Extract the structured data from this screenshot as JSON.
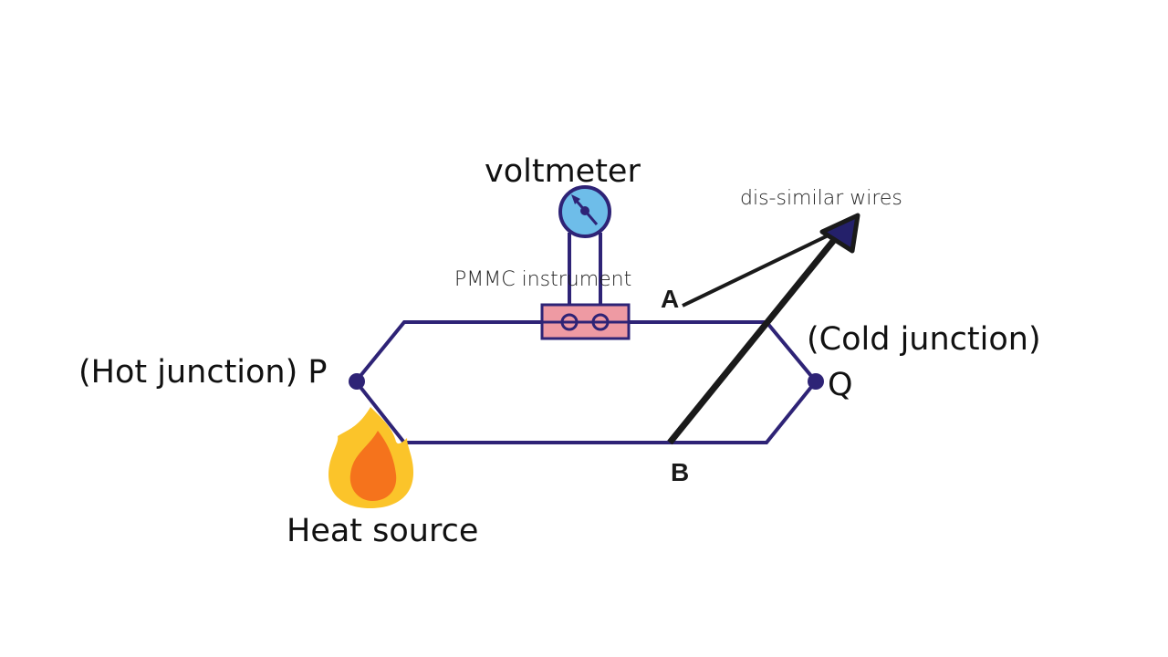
{
  "labels": {
    "voltmeter": "voltmeter",
    "dissimilar_wires": "dis-similar wires",
    "pmmc": "PMMC instrument",
    "point_a": "A",
    "point_b": "B",
    "hot_junction": "(Hot junction) P",
    "cold_junction": "(Cold junction)",
    "point_q": "Q",
    "heat_source": "Heat source"
  },
  "colors": {
    "wire": "#2e2376",
    "voltmeter_fill": "#6ebde9",
    "instrument_fill": "#ee9aa3",
    "flame_outer": "#fbc42a",
    "flame_inner": "#f5731c",
    "arrow": "#1a1a1a",
    "arrowhead": "#24206a"
  }
}
